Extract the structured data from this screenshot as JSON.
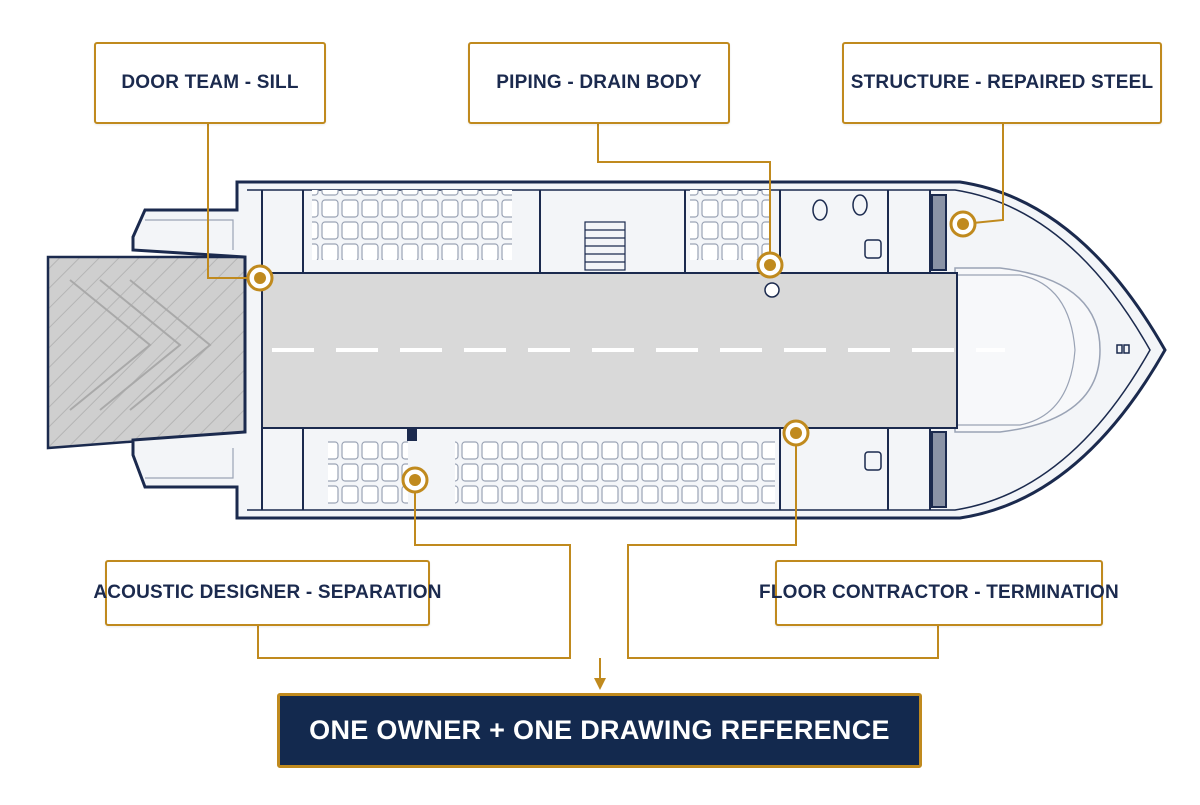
{
  "callouts": {
    "door_team": "DOOR TEAM - SILL",
    "piping": "PIPING - DRAIN BODY",
    "structure": "STRUCTURE - REPAIRED STEEL",
    "acoustic": "ACOUSTIC DESIGNER - SEPARATION",
    "floor": "FLOOR CONTRACTOR - TERMINATION"
  },
  "banner": "ONE OWNER + ONE DRAWING REFERENCE",
  "colors": {
    "outline": "#1b2a4e",
    "callout_border": "#c08a1e",
    "marker": "#c08a1e",
    "banner_bg": "#13294e",
    "deck": "#d9d9d9"
  }
}
